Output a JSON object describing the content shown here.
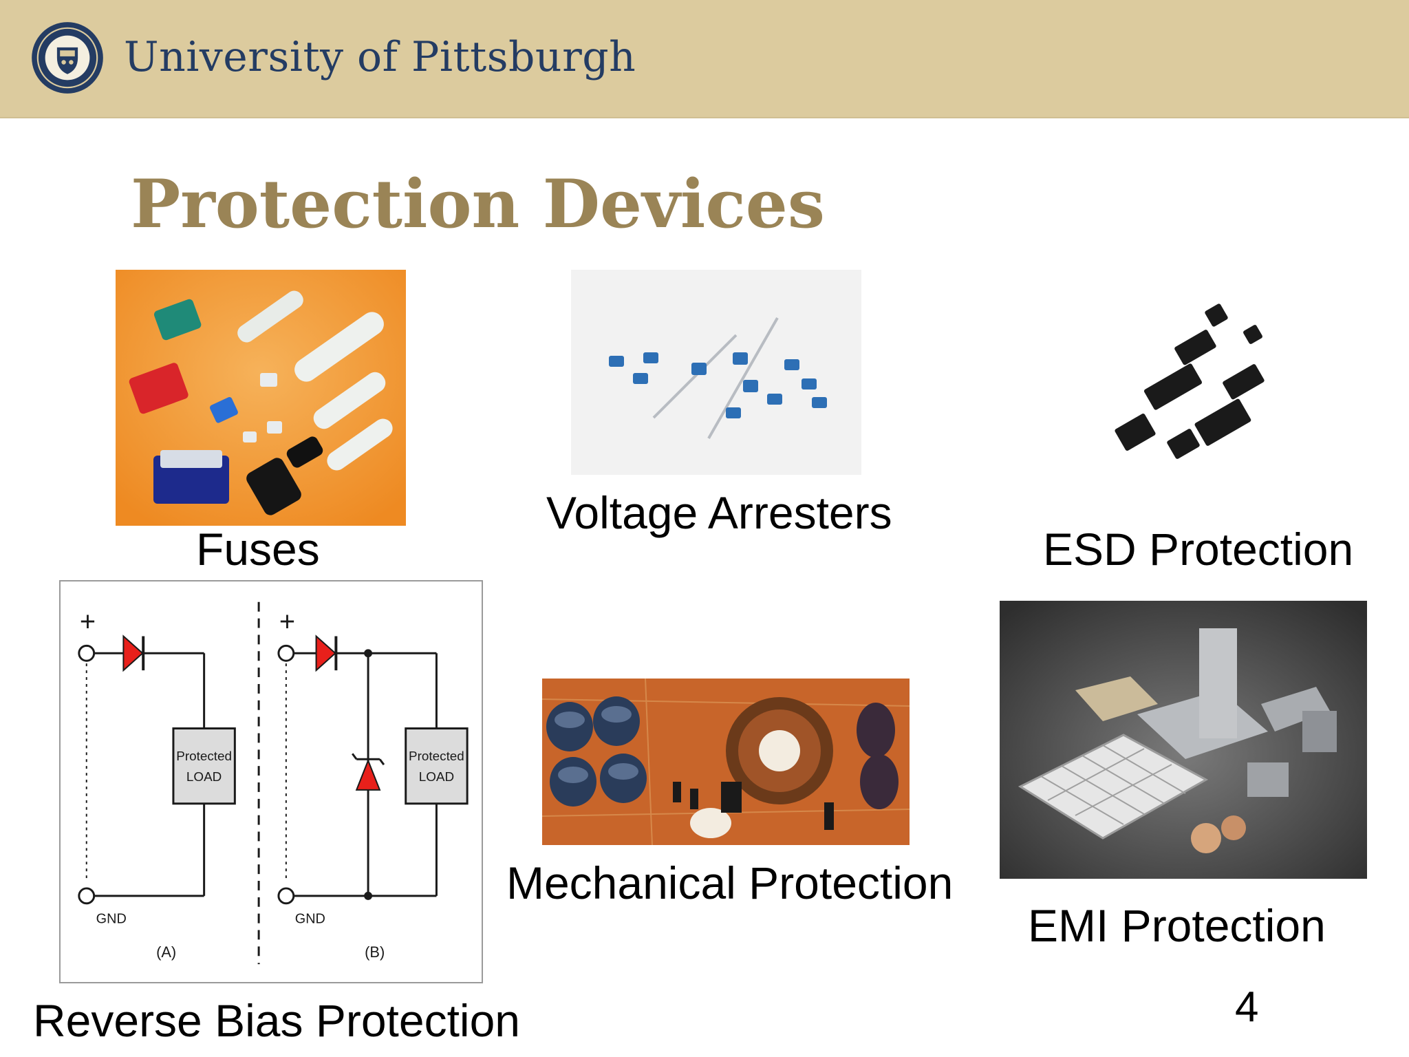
{
  "header": {
    "university_name": "University of Pittsburgh",
    "seal_icon": "university-seal-icon",
    "background_color": "#dccb9e",
    "name_color": "#243c63"
  },
  "slide": {
    "title": "Protection Devices",
    "title_color": "#9a8456",
    "page_number": "4"
  },
  "items": {
    "fuses": {
      "caption": "Fuses"
    },
    "voltage_arresters": {
      "caption": "Voltage Arresters"
    },
    "esd": {
      "caption": "ESD Protection"
    },
    "reverse_bias": {
      "caption": "Reverse Bias Protection",
      "diagram": {
        "plus_a": "+",
        "plus_b": "+",
        "load_a_line1": "Protected",
        "load_a_line2": "LOAD",
        "load_b_line1": "Protected",
        "load_b_line2": "LOAD",
        "gnd_a": "GND",
        "gnd_b": "GND",
        "label_a": "(A)",
        "label_b": "(B)"
      }
    },
    "mechanical": {
      "caption": "Mechanical Protection"
    },
    "emi": {
      "caption": "EMI Protection"
    }
  }
}
